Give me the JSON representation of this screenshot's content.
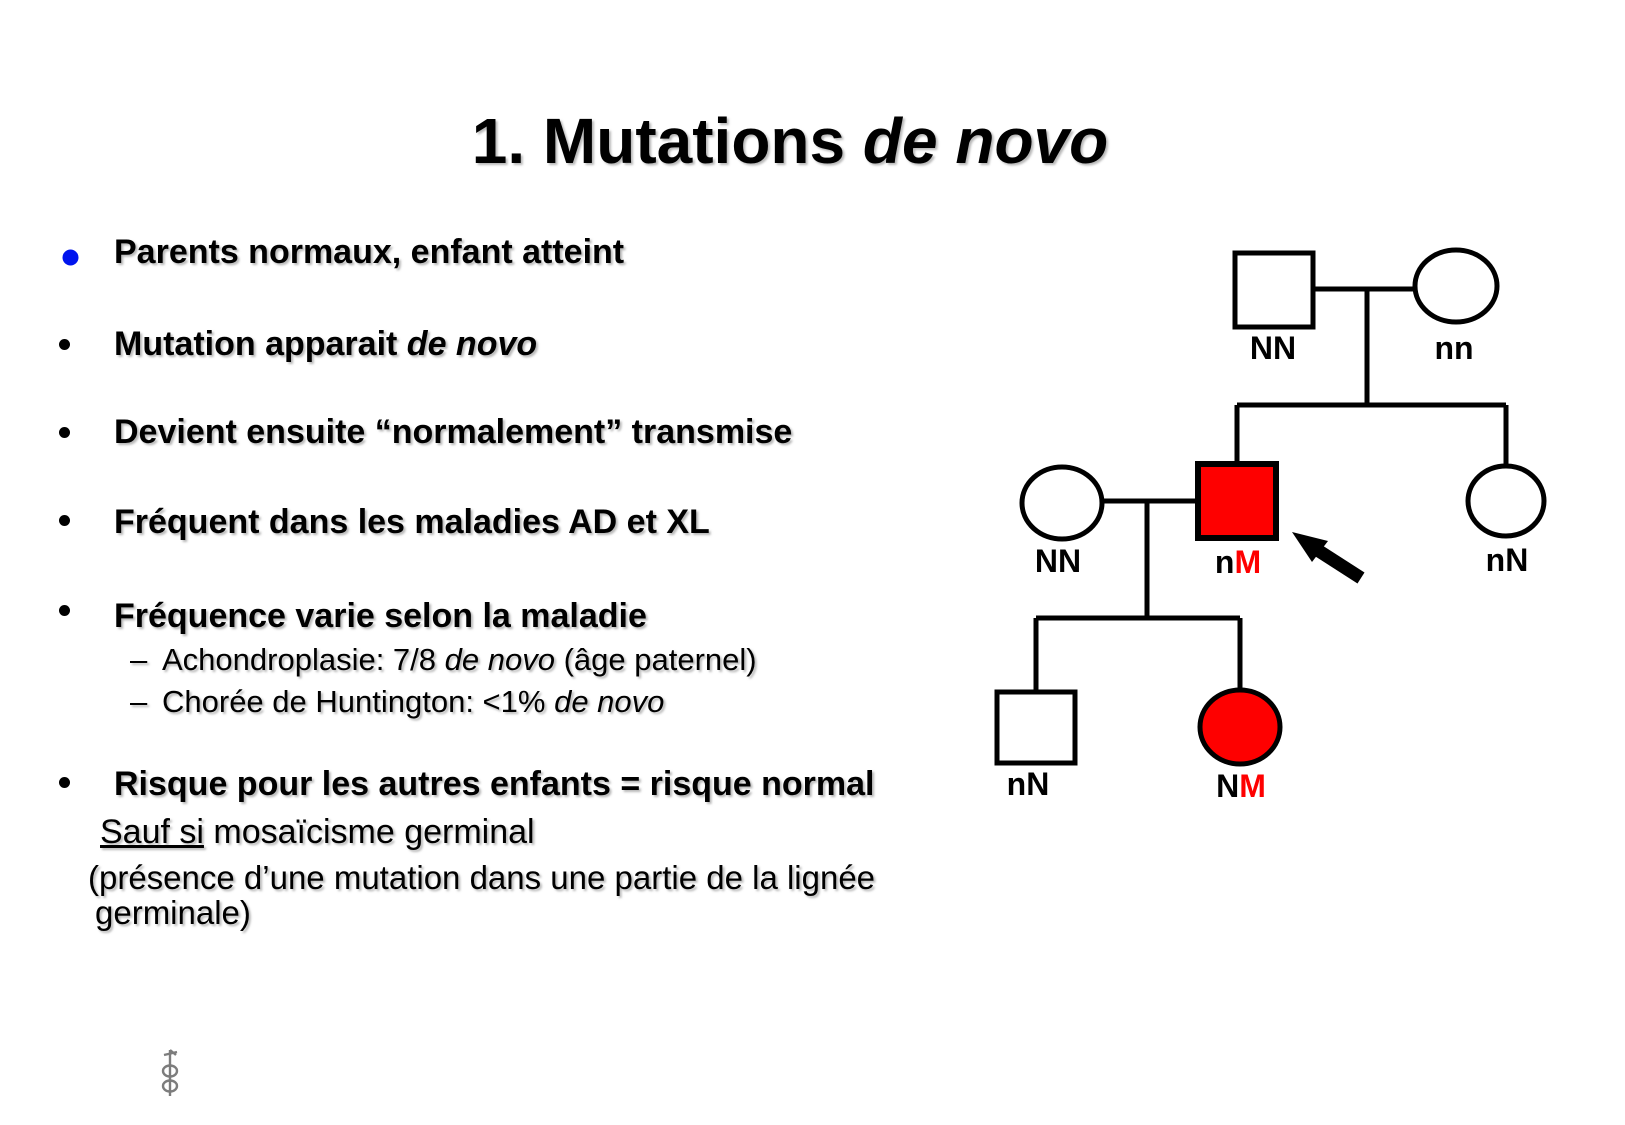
{
  "title": {
    "text": "1. Mutations ",
    "italic": "de novo"
  },
  "bullets": {
    "b1": "Parents normaux, enfant atteint",
    "b2": {
      "plain": "Mutation apparait ",
      "italic": "de novo"
    },
    "b3": "Devient ensuite “normalement” transmise",
    "b4": "Fréquent dans les maladies AD et XL",
    "b5": "Fréquence varie selon la maladie",
    "sub1": {
      "dash": "–",
      "pre": "Achondroplasie: 7/8 ",
      "italic": "de novo",
      "post": " (âge paternel)"
    },
    "sub2": {
      "dash": "–",
      "pre": "Chorée de Huntington: <1% ",
      "italic": "de novo",
      "post": ""
    },
    "b6": "Risque pour les autres enfants = risque normal",
    "sauf": {
      "underlined": "Sauf si",
      "rest": " mosaïcisme germinal"
    },
    "paren1": "(présence d’une mutation dans une partie de la lignée",
    "paren2": "germinale)"
  },
  "pedigree": {
    "labels": {
      "gen1_father": "NN",
      "gen1_mother": "nn",
      "gen2_wife": "NN",
      "gen2_proband_normal": "n",
      "gen2_proband_mutant": "M",
      "gen2_sister": "nN",
      "gen3_son": "nN",
      "gen3_daughter_normal": "N",
      "gen3_daughter_mutant": "M"
    },
    "colors": {
      "affected_fill": "#fe0000",
      "mutant_allele": "#fe0000",
      "unaffected_fill": "#ffffff",
      "outline": "#000000"
    }
  },
  "colors": {
    "bullet_blue": "#0014ee",
    "text": "#000000",
    "background": "#ffffff"
  }
}
